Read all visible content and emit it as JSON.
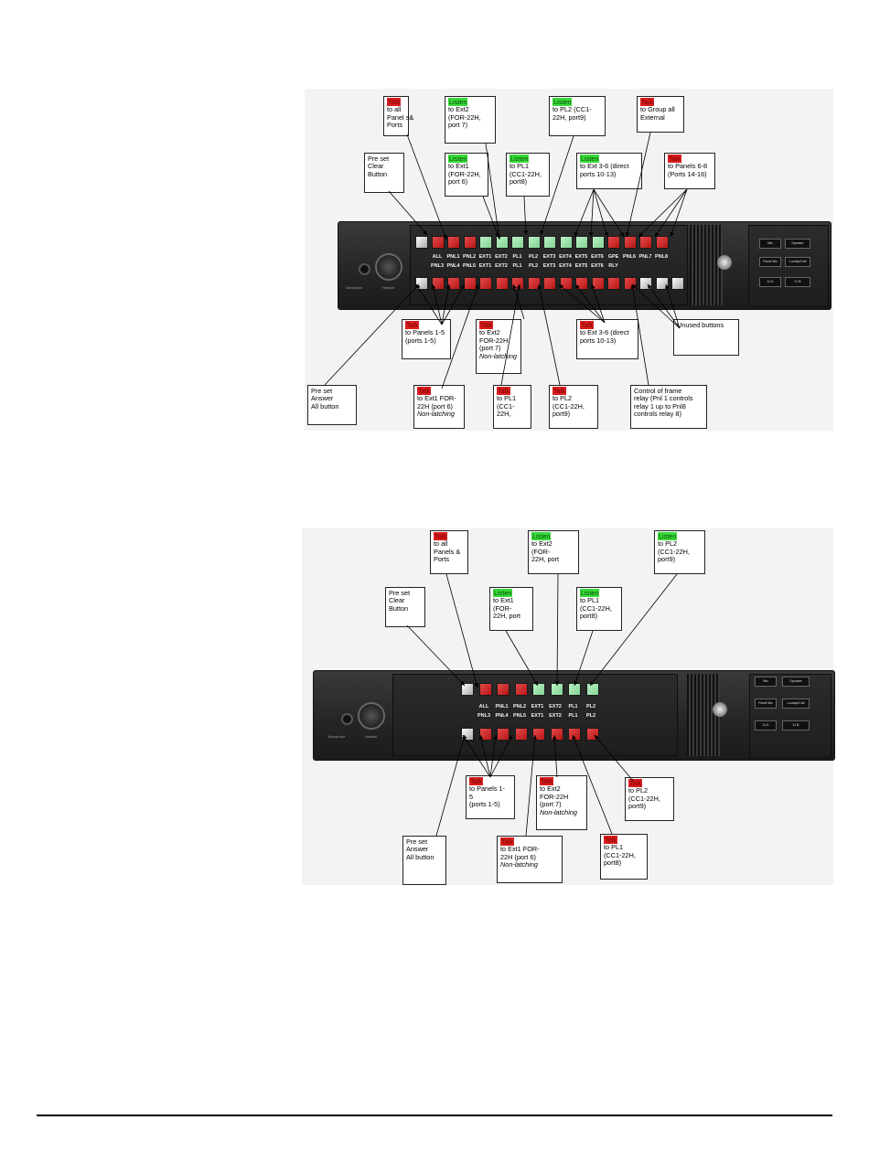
{
  "colors": {
    "talk": "#d81e1e",
    "listen": "#39d93a",
    "button_red": "#cc2222",
    "button_green": "#9be3a8",
    "button_gray": "#dddddd"
  },
  "icons": [
    "microphone-jack-icon",
    "headset-connector-icon",
    "keylock-icon",
    "arrow-icon"
  ],
  "figure1": {
    "row1_labels": [
      "ALL",
      "PNL1",
      "PNL2",
      "EXT1",
      "EXT2",
      "PL1",
      "PL2",
      "EXT3",
      "EXT4",
      "EXT5",
      "EXT6",
      "GPE",
      "PNL6",
      "PNL7",
      "PNL8"
    ],
    "row2_labels": [
      "PNL3",
      "PNL4",
      "PNL5",
      "EXT1",
      "EXT2",
      "PL1",
      "PL2",
      "EXT3",
      "EXT4",
      "EXT5",
      "EXT6",
      "RLY"
    ],
    "captions": {
      "microphone": "Microphone",
      "headset": "Headset"
    },
    "side_buttons": [
      "Mic",
      "Speaker",
      "Panel Mic",
      "Loudsp/Call",
      "11 A",
      "11 B"
    ],
    "callouts": [
      {
        "tag": "Talk",
        "tone": "red",
        "lines": [
          "to all",
          "Panel s&",
          "Ports"
        ]
      },
      {
        "tag": "Listen",
        "tone": "green",
        "lines": [
          "to Ext2",
          "(FOR-22H,",
          "port 7)"
        ]
      },
      {
        "tag": "Listen",
        "tone": "green",
        "lines": [
          "to PL2 (CC1-",
          "22H, port9)"
        ]
      },
      {
        "tag": "Talk",
        "tone": "red",
        "lines": [
          "to Group all",
          "External"
        ]
      },
      {
        "tag": "",
        "tone": "",
        "lines": [
          "Pre set",
          "Clear",
          "Button"
        ]
      },
      {
        "tag": "Listen",
        "tone": "green",
        "lines": [
          "to Ext1",
          "(FOR-22H,",
          "port 6)"
        ]
      },
      {
        "tag": "Listen",
        "tone": "green",
        "lines": [
          "to PL1",
          "(CC1-22H,",
          "port8)"
        ]
      },
      {
        "tag": "Listen",
        "tone": "green",
        "lines": [
          "to Ext 3-6 (direct",
          "ports 10-13)"
        ]
      },
      {
        "tag": "Talk",
        "tone": "red",
        "lines": [
          "to Panels 6-8",
          "(Ports 14-16)"
        ]
      },
      {
        "tag": "Talk",
        "tone": "red",
        "lines": [
          "to Panels 1-5",
          "(ports 1-5)"
        ]
      },
      {
        "tag": "Talk",
        "tone": "red",
        "lines": [
          "to Ext2",
          "FOR-22H",
          "(port 7)"
        ],
        "italic": "Non-latching"
      },
      {
        "tag": "Talk",
        "tone": "red",
        "lines": [
          "to Ext 3-6 (direct",
          "ports 10-13)"
        ]
      },
      {
        "tag": "",
        "tone": "",
        "lines": [
          "Unused buttons"
        ]
      },
      {
        "tag": "",
        "tone": "",
        "lines": [
          "Pre set",
          "Answer",
          "All button"
        ]
      },
      {
        "tag": "Talk",
        "tone": "red",
        "lines": [
          "to Ext1 FOR-",
          "22H (port 6)"
        ],
        "italic": "Non-latching"
      },
      {
        "tag": "Talk",
        "tone": "red",
        "lines": [
          "to PL1",
          "(CC1-",
          "22H,"
        ]
      },
      {
        "tag": "Talk",
        "tone": "red",
        "lines": [
          "to PL2",
          "(CC1-22H,",
          "port9)"
        ]
      },
      {
        "tag": "",
        "tone": "",
        "lines": [
          "Control of frame",
          "relay (Pnl 1 controls",
          "relay 1 up to Pnl8",
          "controls relay 8)"
        ]
      }
    ]
  },
  "figure2": {
    "row1_labels": [
      "ALL",
      "PNL1",
      "PNL2",
      "EXT1",
      "EXT2",
      "PL1",
      "PL2"
    ],
    "row2_labels": [
      "PNL3",
      "PNL4",
      "PNL5",
      "EXT1",
      "EXT2",
      "PL1",
      "PL2"
    ],
    "captions": {
      "microphone": "Microphone",
      "headset": "Headset"
    },
    "side_buttons": [
      "Mic",
      "Speaker",
      "Panel Mic",
      "Loudsp/Call",
      "11 A",
      "11 B"
    ],
    "callouts": [
      {
        "tag": "Talk",
        "tone": "red",
        "lines": [
          "to all",
          "Panels &",
          "Ports"
        ]
      },
      {
        "tag": "Listen",
        "tone": "green",
        "lines": [
          "to Ext2",
          "(FOR-",
          "22H, port"
        ]
      },
      {
        "tag": "Listen",
        "tone": "green",
        "lines": [
          "to PL2",
          "(CC1-22H,",
          "port9)"
        ]
      },
      {
        "tag": "",
        "tone": "",
        "lines": [
          "Pre set",
          "Clear",
          "Button"
        ]
      },
      {
        "tag": "Listen",
        "tone": "green",
        "lines": [
          "to Ext1",
          "(FOR-",
          "22H, port"
        ]
      },
      {
        "tag": "Listen",
        "tone": "green",
        "lines": [
          "to PL1",
          "(CC1-22H,",
          "port8)"
        ]
      },
      {
        "tag": "Talk",
        "tone": "red",
        "lines": [
          "to Panels 1-",
          "5",
          "(ports 1-5)"
        ]
      },
      {
        "tag": "Talk",
        "tone": "red",
        "lines": [
          "to Ext2",
          "FOR-22H",
          "(port 7)"
        ],
        "italic": "Non-latching"
      },
      {
        "tag": "Talk",
        "tone": "red",
        "lines": [
          "to PL2",
          "(CC1-22H,",
          "port9)"
        ]
      },
      {
        "tag": "",
        "tone": "",
        "lines": [
          "Pre set",
          "Answer",
          "All button"
        ]
      },
      {
        "tag": "Talk",
        "tone": "red",
        "lines": [
          "to Ext1 FOR-",
          "22H (port 6)"
        ],
        "italic": "Non-latching"
      },
      {
        "tag": "Talk",
        "tone": "red",
        "lines": [
          "to PL1",
          "(CC1-22H,",
          "port8)"
        ]
      }
    ]
  }
}
